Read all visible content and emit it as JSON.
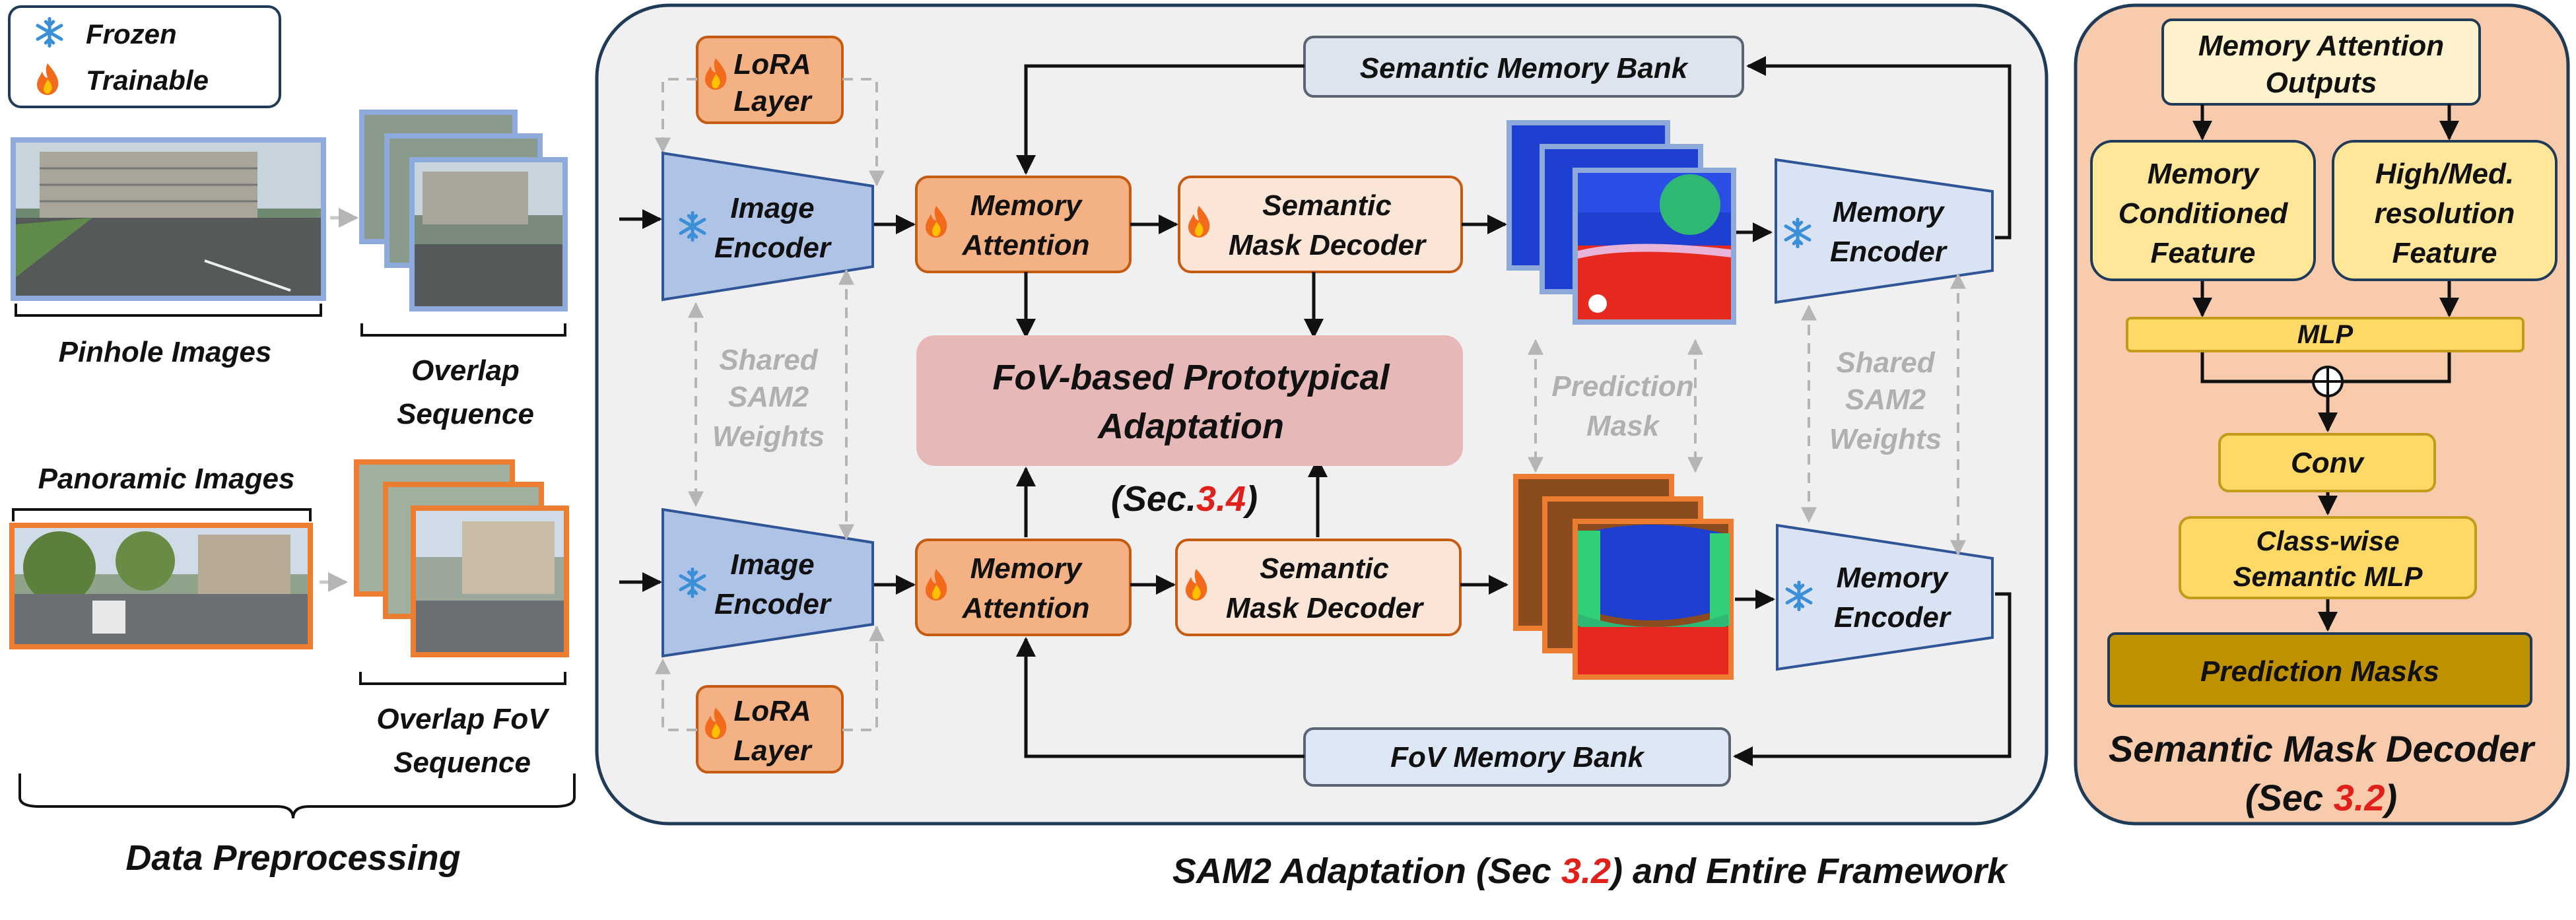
{
  "legend": {
    "frozen": "Frozen",
    "trainable": "Trainable"
  },
  "preprocessing": {
    "pinhole_label": "Pinhole Images",
    "overlap_seq_label_1": "Overlap",
    "overlap_seq_label_2": "Sequence",
    "panoramic_label": "Panoramic Images",
    "overlap_fov_label_1": "Overlap FoV",
    "overlap_fov_label_2": "Sequence",
    "section_title": "Data Preprocessing"
  },
  "framework": {
    "semantic_memory_bank": "Semantic Memory Bank",
    "fov_memory_bank": "FoV Memory Bank",
    "lora_1": "LoRA",
    "lora_2": "Layer",
    "image_encoder_1": "Image",
    "image_encoder_2": "Encoder",
    "memory_attention_1": "Memory",
    "memory_attention_2": "Attention",
    "mask_decoder_1": "Semantic",
    "mask_decoder_2": "Mask Decoder",
    "memory_encoder_1": "Memory",
    "memory_encoder_2": "Encoder",
    "shared_1": "Shared",
    "shared_2": "SAM2",
    "shared_3": "Weights",
    "prediction_1": "Prediction",
    "prediction_2": "Mask",
    "fov_proto_1": "FoV-based Prototypical",
    "fov_proto_2": "Adaptation",
    "sec34_prefix": "(Sec.",
    "sec34_num": "3.4",
    "sec34_suffix": ")",
    "caption_prefix": "SAM2 Adaptation (Sec ",
    "caption_num": "3.2",
    "caption_suffix": ") and Entire Framework"
  },
  "decoder_panel": {
    "mem_attn_out_1": "Memory Attention",
    "mem_attn_out_2": "Outputs",
    "mem_cond_1": "Memory",
    "mem_cond_2": "Conditioned",
    "mem_cond_3": "Feature",
    "highres_1": "High/Med.",
    "highres_2": "resolution",
    "highres_3": "Feature",
    "mlp": "MLP",
    "conv": "Conv",
    "class_mlp_1": "Class-wise",
    "class_mlp_2": "Semantic MLP",
    "prediction_masks": "Prediction Masks",
    "title_1": "Semantic Mask Decoder",
    "title_2_prefix": "(Sec ",
    "title_2_num": "3.2",
    "title_2_suffix": ")"
  },
  "colors": {
    "frozen_blue": "#aec3e6",
    "trainable_orange": "#f4b183",
    "light_orange": "#fbe5d6",
    "panel_bg": "#f2f2f2",
    "decoder_bg": "#f8cbad",
    "pink_box": "#e6b9b8",
    "yellow_box": "#ffe699",
    "gold_box": "#bf9000",
    "accent_red": "#e0201b"
  }
}
